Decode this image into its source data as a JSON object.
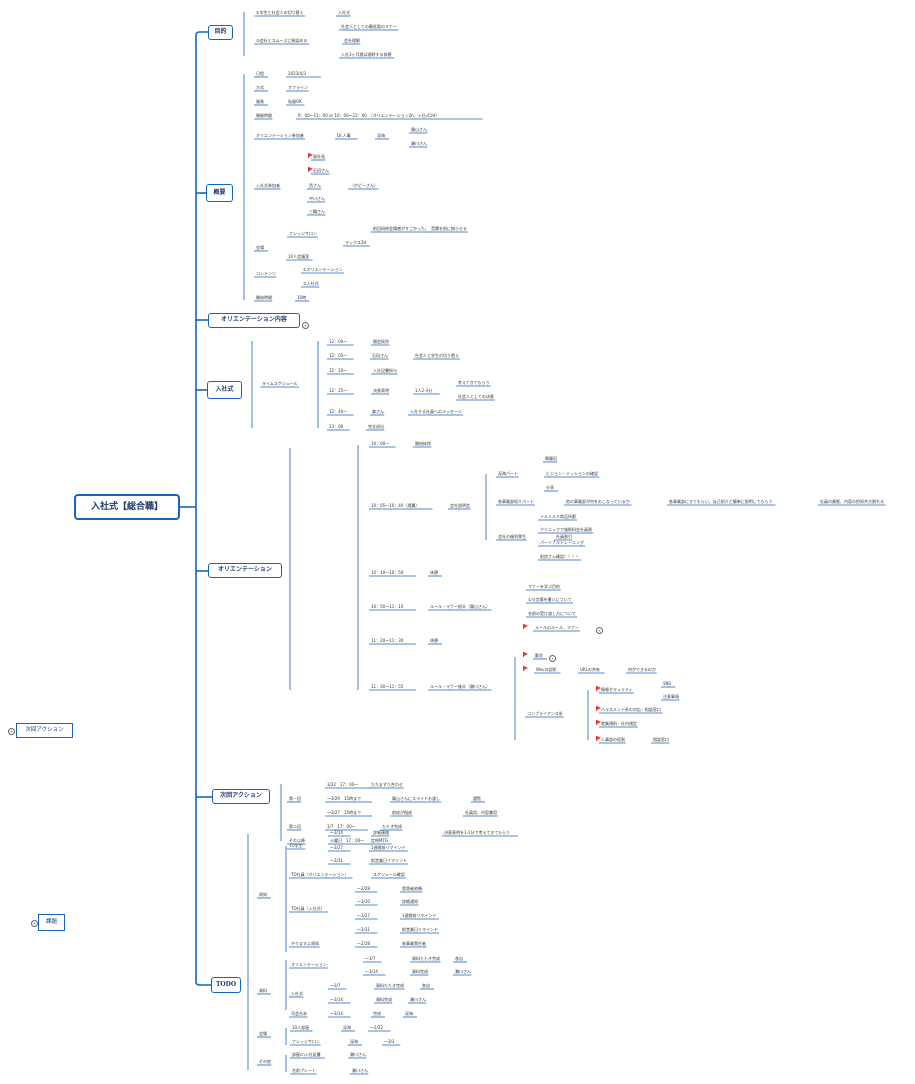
{
  "root": {
    "label": "入社式【総合職】"
  },
  "floating": [
    {
      "label": "次回アクション",
      "name": "floating-next-action"
    },
    {
      "label": "課題",
      "name": "floating-issues"
    }
  ],
  "sections": [
    {
      "label": "目的",
      "name": "section-purpose"
    },
    {
      "label": "概要",
      "name": "section-overview"
    },
    {
      "label": "オリエンテーション内容",
      "name": "section-orientation-content"
    },
    {
      "label": "入社式",
      "name": "section-ceremony"
    },
    {
      "label": "オリエンテーション",
      "name": "section-orientation"
    },
    {
      "label": "次回アクション",
      "name": "section-next-action"
    },
    {
      "label": "TODO",
      "name": "section-todo"
    }
  ],
  "texts": [
    "①学生と社会人の切り替え",
    "入社式",
    "社会人としての最低限のマナー",
    "②会社とスムーズに馴染める",
    "会社理解",
    "入社3ヶ月間は適時する休憩",
    "日程",
    "2023/4/3",
    "方式",
    "オフライン",
    "服装",
    "私服OK",
    "開催時間",
    "9：00〜11：00 or 10：00〜12：00　（オリエンテーション2h、入社式1H）",
    "オリエンテーション参加者",
    "Dr.人事",
    "深海",
    "霧山さん",
    "瀬川さん",
    "副社長",
    "石田さん",
    "入社式参加者",
    "西さん",
    "（ポピーさん）",
    "中川さん",
    "三輪さん",
    "ナレッジサロン",
    "前回研修会場感がすごかった。",
    "音響を前に揃らせる",
    "マックス2H",
    "会場",
    "10人会議室",
    "コンテンツ",
    "①オリエンテーション",
    "②入社式",
    "開始時間",
    "10時",
    "12：00〜",
    "開会挨拶",
    "12：05〜",
    "石田さん",
    "社会人と学生の切り替え",
    "12：20〜",
    "入社記書授与",
    "タイムスケジュール",
    "12：25〜",
    "決意表明",
    "1人2-3分",
    "考えてきてもらう",
    "社会人としての決意",
    "12：40〜",
    "森さん",
    "入社する社員へのメッセージ",
    "13：00",
    "完全退出",
    "10：00〜",
    "開始挨拶",
    "朝霧田",
    "深海パート",
    "ビジョン・ミッションの確認",
    "分享",
    "各事業部紹介パート",
    "他の事業部が何をおこなっているか",
    "各事業部にきてもらい、自己紹介と簡単に説明してもらう",
    "社員の業態、内容の把知共方割れる",
    "10：05〜10：40（透翼）",
    "会社説明会",
    "イルミルド商品所都",
    "会社の福利厚生",
    "社員割引",
    "クリニックで施術料金社員割",
    "パーソナルトレーニング",
    "前良さん確認！！！！",
    "10：40〜10：50",
    "休憩",
    "マナーを学ぶ目的",
    "①与言葉を書いについて",
    "名前の受け渡し方について",
    "メールのルール、マナー",
    "10：50〜11：10",
    "ルール・マナー前半（霧山さん）",
    "11：20〜11：30",
    "休憩",
    "勤怠",
    "Wevの認知",
    "URLの共有",
    "何ができるのか",
    "情報セキュリティ",
    "SNS",
    "注意事項",
    "ハラスメント系の対応・相談窓口",
    "就業規則・社内規定",
    "人事部の役割",
    "相談窓口",
    "コンプライアンス系",
    "11：30〜11：55",
    "ルール・マナー後半（瀬川さん）",
    "3/22　17：00〜",
    "たたまずり合わせ",
    "第一回",
    "〜3/29　15時まで",
    "霧山さんにスライドお渡し",
    "選覧",
    "〜3/27　15時まで",
    "前校が指成",
    "社員用、内容書用",
    "第二回",
    "3/7　17：00〜",
    "たたき完成",
    "それ以降",
    "火曜日　17：00〜",
    "定例MTG",
    "〜3/14",
    "詳細連絡",
    "決意表明を1-2分で考えてきてもらう",
    "TO学生",
    "〜3/27",
    "1週間前リマインド",
    "〜3/31",
    "前営業日リマインド",
    "TO社員（オリエンテーション）",
    "スケジュール確認",
    "〜2/28",
    "登壇者依頼",
    "〜3/10",
    "詳細通知",
    "TO社員（入社式）",
    "〜3/27",
    "1週間前リマインド",
    "〜3/31",
    "前営業日リマインド",
    "やりますよ周知",
    "〜2/28",
    "各事業責任者",
    "周知",
    "オリエンテーション",
    "〜3/7",
    "資料たたき完成",
    "各自",
    "〜3/14",
    "資料完成",
    "瀬川さん",
    "資料",
    "〜3/7",
    "資料たたき完成",
    "各自",
    "入社式",
    "〜3/14",
    "資料完成",
    "瀬川さん",
    "司会台本",
    "〜3/14",
    "完成",
    "深海",
    "10人部屋",
    "深海",
    "〜2/22",
    "会場",
    "ナレッジサロン",
    "深海",
    "〜3/3",
    "部屋cn入社証書",
    "瀬川さん",
    "その他",
    "名前プレート",
    "瀬川さん"
  ]
}
